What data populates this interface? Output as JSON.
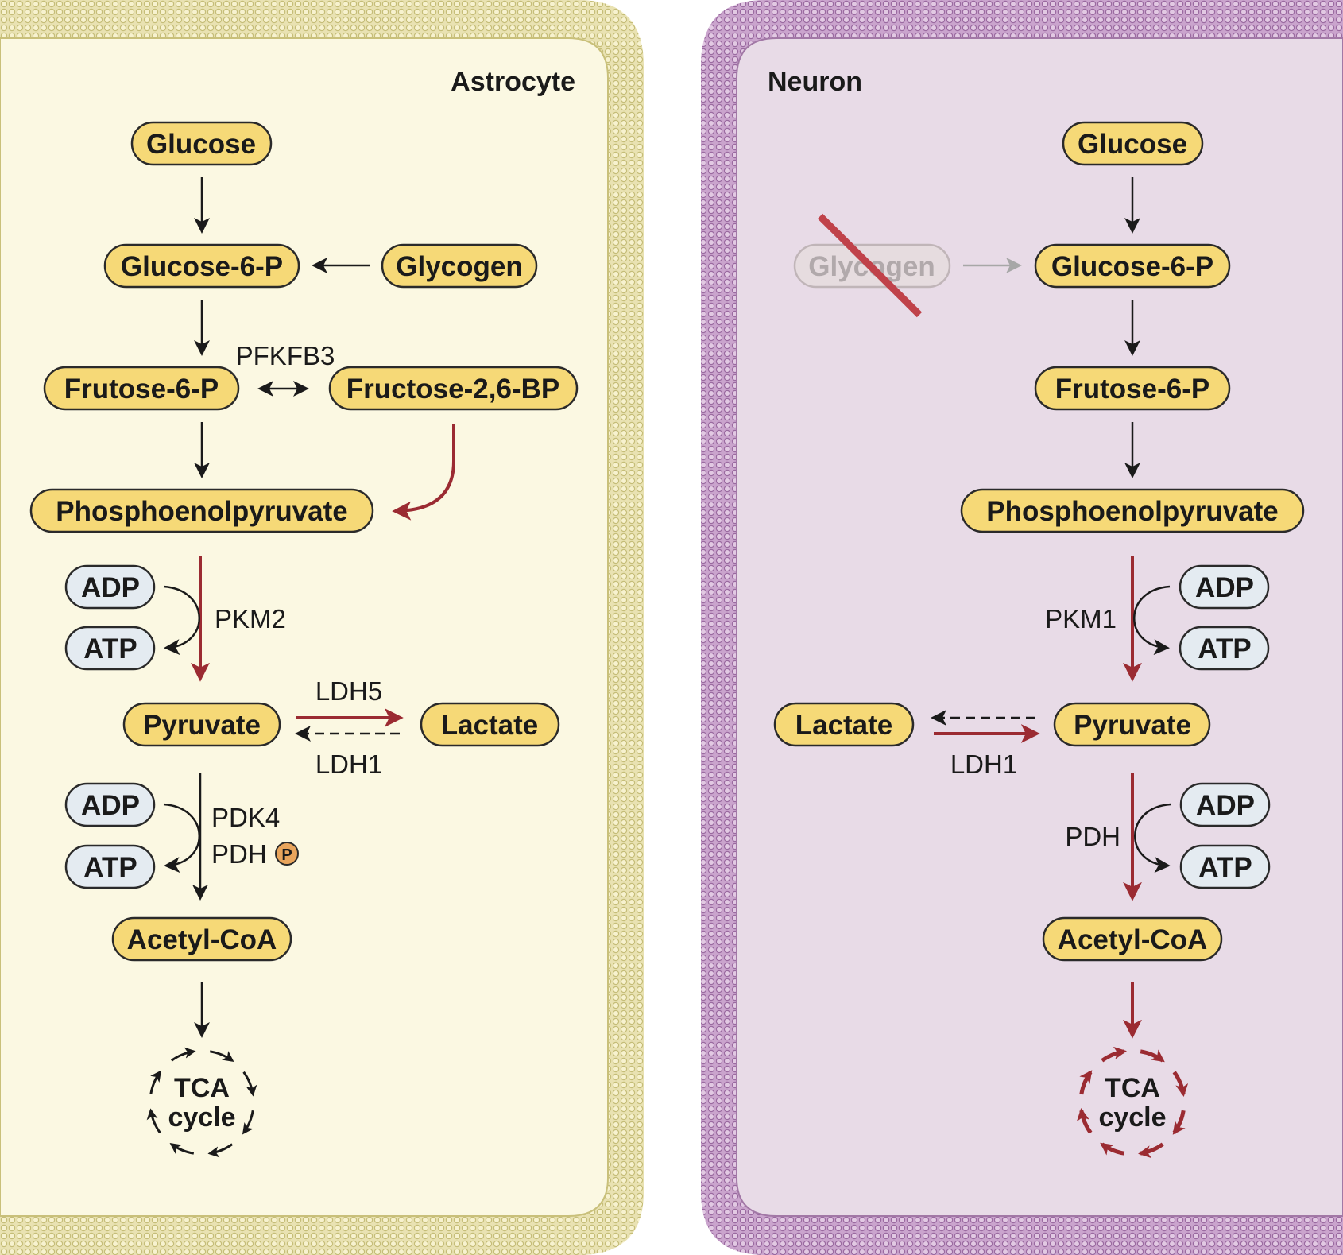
{
  "astrocyte": {
    "title": "Astrocyte",
    "glucose": "Glucose",
    "glucose6p": "Glucose-6-P",
    "glycogen": "Glycogen",
    "fructose6p": "Frutose-6-P",
    "pfkfb3": "PFKFB3",
    "fructose26bp": "Fructose-2,6-BP",
    "pep": "Phosphoenolpyruvate",
    "adp1": "ADP",
    "atp1": "ATP",
    "pkm2": "PKM2",
    "pyruvate": "Pyruvate",
    "ldh5": "LDH5",
    "ldh1": "LDH1",
    "lactate": "Lactate",
    "adp2": "ADP",
    "atp2": "ATP",
    "pdk4": "PDK4",
    "pdh": "PDH",
    "phospho": "P",
    "acetylcoa": "Acetyl-CoA",
    "tca_line1": "TCA",
    "tca_line2": "cycle"
  },
  "neuron": {
    "title": "Neuron",
    "glucose": "Glucose",
    "glycogen": "Glycogen",
    "glucose6p": "Glucose-6-P",
    "fructose6p": "Frutose-6-P",
    "pep": "Phosphoenolpyruvate",
    "adp1": "ADP",
    "atp1": "ATP",
    "pkm1": "PKM1",
    "lactate": "Lactate",
    "ldh1": "LDH1",
    "pyruvate": "Pyruvate",
    "adp2": "ADP",
    "atp2": "ATP",
    "pdh": "PDH",
    "acetylcoa": "Acetyl-CoA",
    "tca_line1": "TCA",
    "tca_line2": "cycle"
  },
  "colors": {
    "astrocyte_bg": "#fbf8e2",
    "neuron_bg": "#e8dbe7",
    "astrocyte_membrane": "#dcd597",
    "neuron_membrane": "#b98bbd",
    "metabolite_fill": "#f6d977",
    "cofactor_fill": "#e4ebf1",
    "red_arrow": "#9b2b32",
    "black_arrow": "#1a1a1a",
    "inactive_gray": "#a7a7a7",
    "phospho_fill": "#e9a55c"
  }
}
